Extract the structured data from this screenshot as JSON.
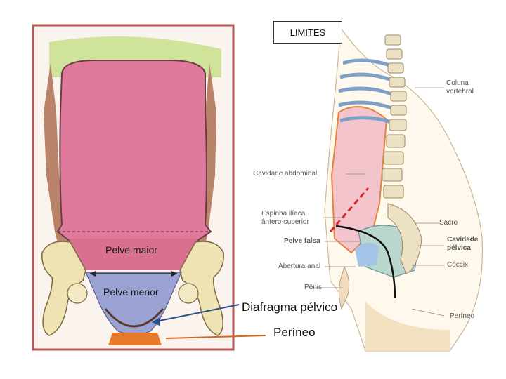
{
  "title": "LIMITES",
  "left_figure": {
    "labels": {
      "pelve_maior": "Pelve maior",
      "pelve_menor": "Pelve menor"
    }
  },
  "right_figure": {
    "labels": {
      "coluna": "Coluna vertebral",
      "cavidade_abdominal": "Cavidade abdominal",
      "espinha": "Espinha ilíaca ântero-superior",
      "pelve_falsa": "Pelve falsa",
      "cavidade_pelvica": "Cavidade pélvica",
      "abertura_anal": "Abertura anal",
      "coccix": "Cóccix",
      "sacro": "Sacro",
      "penis": "Pênis",
      "perineo_side": "Períneo"
    }
  },
  "callouts": {
    "diafragma": "Diafragma pélvico",
    "perineo": "Períneo"
  },
  "colors": {
    "abdomen": "#e07a9c",
    "pelvis": "#9aa3d4",
    "perineum": "#e8782a",
    "bone": "#efe3b4",
    "frame": "#b05a55",
    "arrow_blue": "#2a4f8a",
    "arrow_orange": "#d2691e",
    "dashed_red": "#d9262c"
  }
}
